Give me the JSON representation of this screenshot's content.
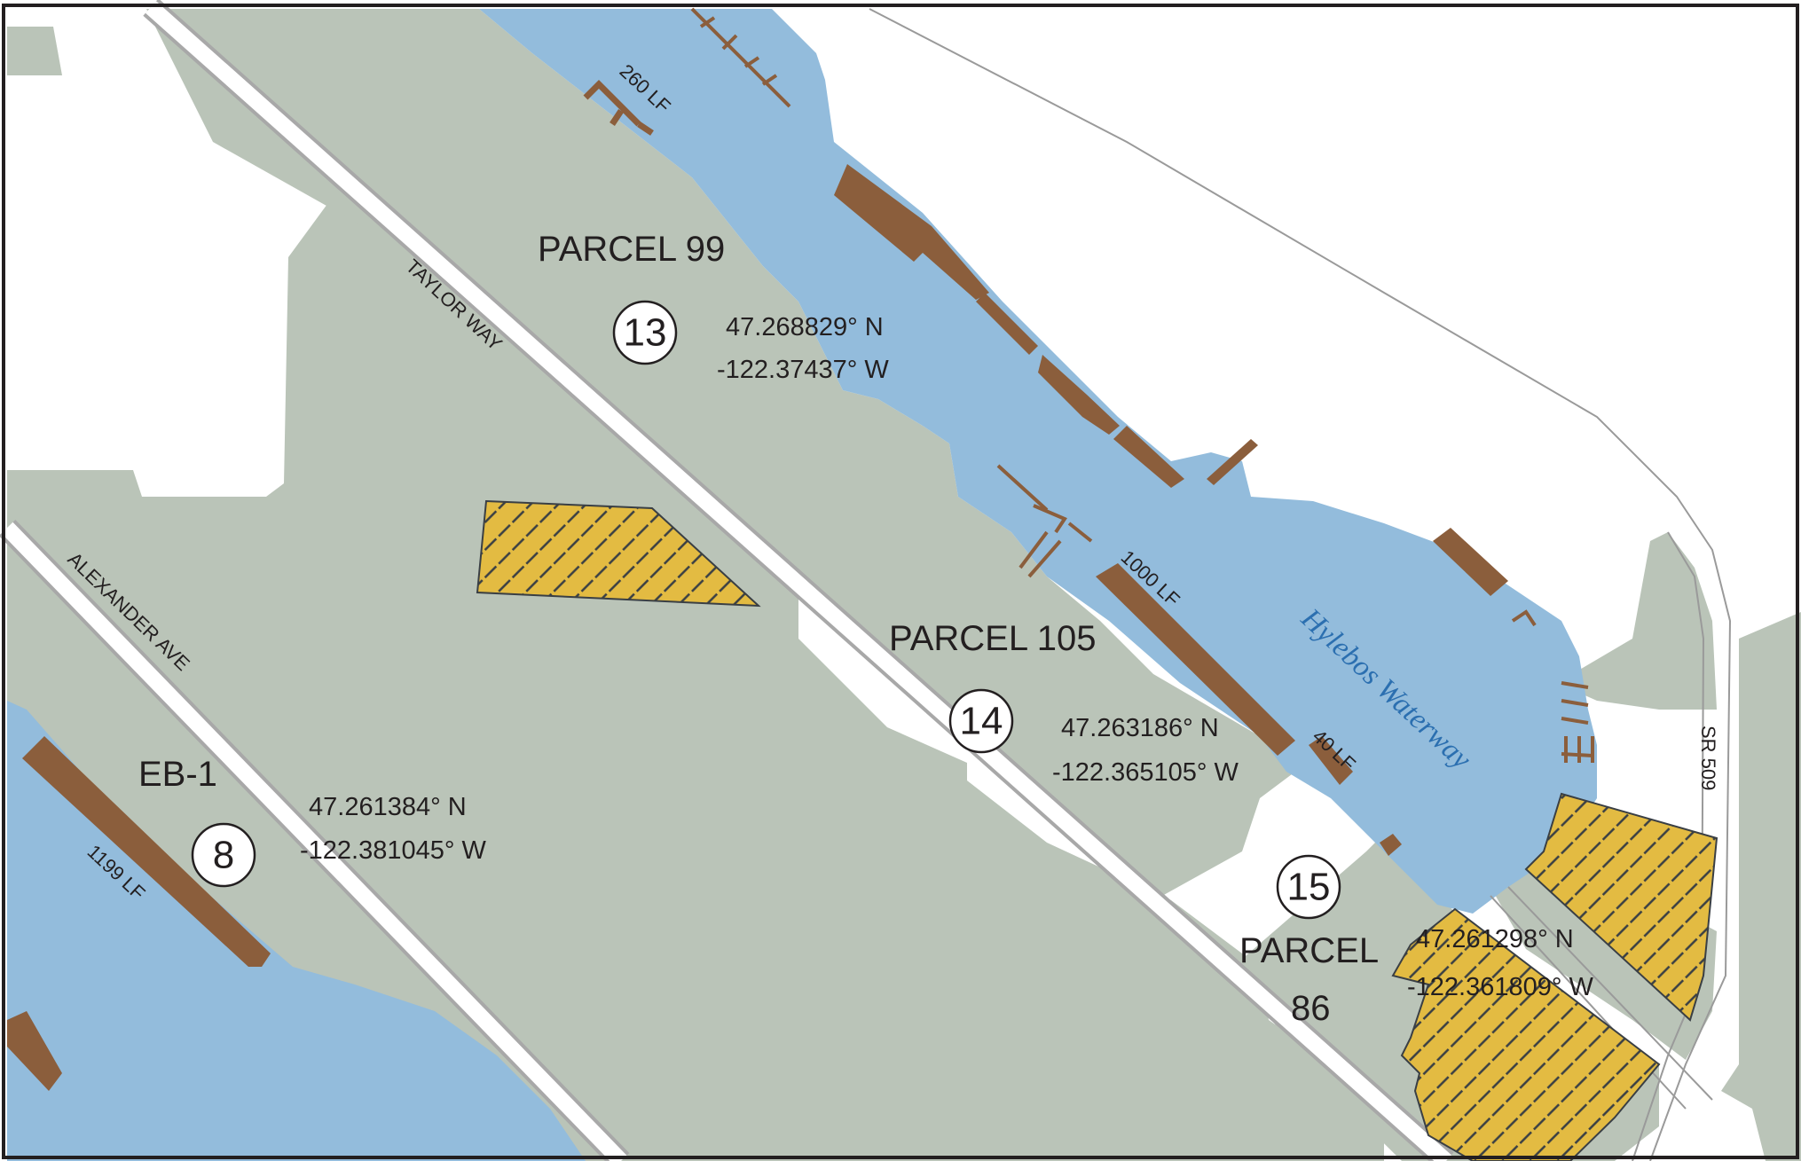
{
  "colors": {
    "land": "#bac4b8",
    "water": "#93bcdc",
    "pier": "#8b5e3c",
    "hatch_fill": "#e3bb42",
    "hatch_line": "#3a3f44",
    "background": "#ffffff",
    "water_label": "#2b6fb0"
  },
  "parcels": {
    "p99": {
      "label": "PARCEL 99",
      "number": "13",
      "lat": "47.268829° N",
      "lon": "-122.37437° W"
    },
    "p105": {
      "label": "PARCEL 105",
      "number": "14",
      "lat": "47.263186° N",
      "lon": "-122.365105° W"
    },
    "eb1": {
      "label": "EB-1",
      "number": "8",
      "lat": "47.261384° N",
      "lon": "-122.381045° W"
    },
    "p86": {
      "label_line1": "PARCEL",
      "label_line2": "86",
      "number": "15",
      "lat": "47.261298° N",
      "lon": "-122.361809° W"
    }
  },
  "roads": {
    "taylor": "TAYLOR WAY",
    "alexander": "ALEXANDER AVE",
    "sr509": "SR 509"
  },
  "waterway": "Hylebos Waterway",
  "berths": {
    "b260": "260 LF",
    "b1000": "1000 LF",
    "b40": "40 LF",
    "b1199": "1199 LF"
  },
  "icons": [
    "hatched-area-icon",
    "pier-icon"
  ]
}
